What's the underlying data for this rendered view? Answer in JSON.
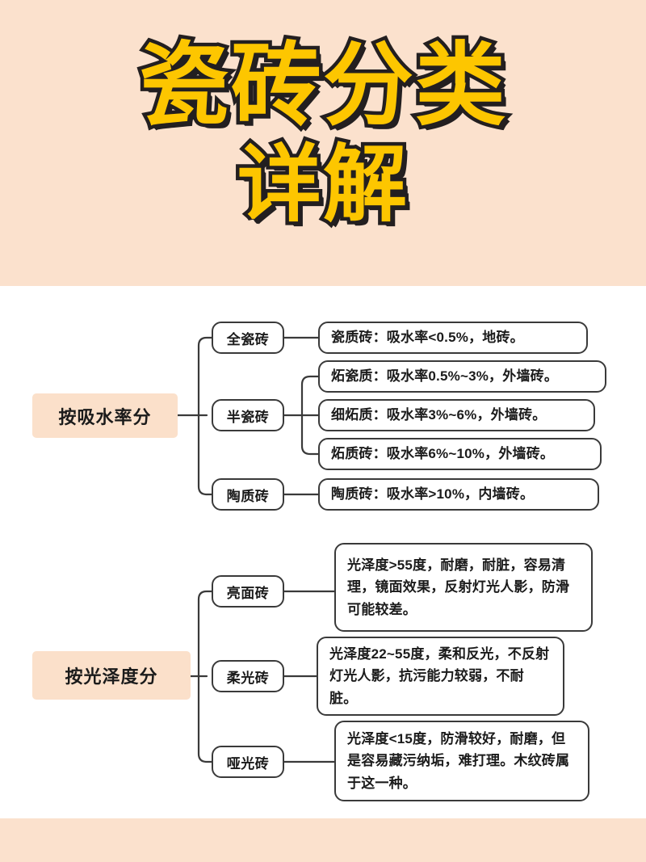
{
  "page": {
    "background": "#ffffff",
    "band_color": "#fbe1cd",
    "title_fill": "#FDC600",
    "title_stroke": "#231f20",
    "node_border": "#3a3a3a",
    "root_node_bg": "#fbe0ca"
  },
  "header": {
    "title_line1": "瓷砖分类",
    "title_line2": "详解"
  },
  "sections": [
    {
      "id": "by-water-absorption",
      "root": "按吸水率分",
      "branches": [
        {
          "label": "全瓷砖",
          "details": [
            "瓷质砖：吸水率<0.5%，地砖。"
          ]
        },
        {
          "label": "半瓷砖",
          "details": [
            "炻瓷质：吸水率0.5%~3%，外墙砖。",
            "细炻质：吸水率3%~6%，外墙砖。",
            "炻质砖：吸水率6%~10%，外墙砖。"
          ]
        },
        {
          "label": "陶质砖",
          "details": [
            "陶质砖：吸水率>10%，内墙砖。"
          ]
        }
      ]
    },
    {
      "id": "by-gloss",
      "root": "按光泽度分",
      "branches": [
        {
          "label": "亮面砖",
          "details": [
            "光泽度>55度，耐磨，耐脏，容易清理，镜面效果，反射灯光人影，防滑可能较差。"
          ]
        },
        {
          "label": "柔光砖",
          "details": [
            "光泽度22~55度，柔和反光，不反射灯光人影，抗污能力较弱，不耐脏。"
          ]
        },
        {
          "label": "哑光砖",
          "details": [
            "光泽度<15度，防滑较好，耐磨，但是容易藏污纳垢，难打理。木纹砖属于这一种。"
          ]
        }
      ]
    }
  ]
}
